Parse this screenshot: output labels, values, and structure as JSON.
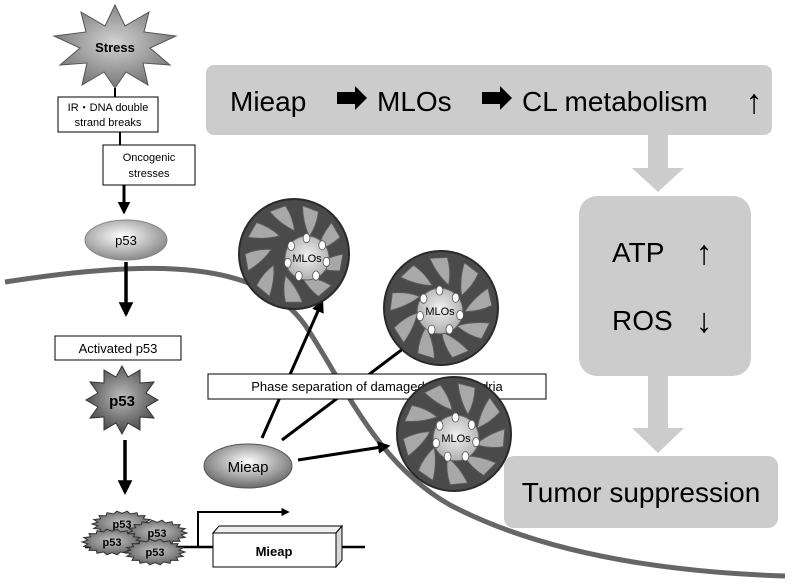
{
  "stress": {
    "label": "Stress",
    "box1_line1": "IR・DNA double",
    "box1_line2": "strand breaks",
    "box2_line1": "Oncogenic",
    "box2_line2": "stresses"
  },
  "p53": {
    "label": "p53",
    "activated_label": "Activated p53",
    "activated_core": "p53",
    "cluster_labels": [
      "p53",
      "p53",
      "p53",
      "p53"
    ]
  },
  "gene": {
    "label": "Mieap"
  },
  "mieap_node": {
    "label": "Mieap"
  },
  "phase_box": {
    "label": "Phase separation of damaged mitochondria"
  },
  "mitochondria": {
    "mlo_label": "MLOs"
  },
  "pathway": {
    "step1": "Mieap",
    "step2": "MLOs",
    "step3": "CL metabolism",
    "up_arrow": "↑"
  },
  "effects": {
    "atp_label": "ATP",
    "atp_arrow": "↑",
    "ros_label": "ROS",
    "ros_arrow": "↓"
  },
  "outcome": {
    "label": "Tumor suppression"
  },
  "colors": {
    "panel_gray": "#cccccc",
    "membrane": "#666666",
    "mito_dark": "#4a4a4a",
    "crista": "#a8a8a8"
  }
}
